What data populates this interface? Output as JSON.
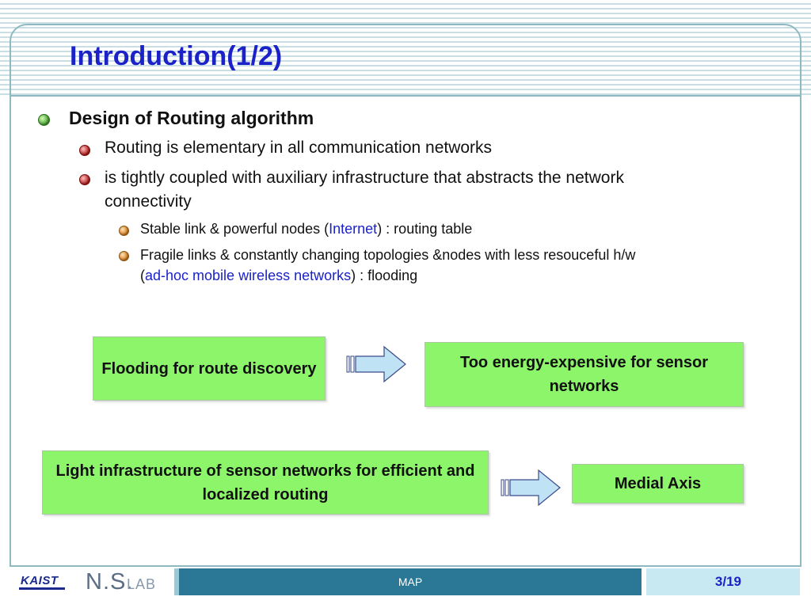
{
  "slide": {
    "title": "Introduction(1/2)",
    "heading": "Design of Routing algorithm",
    "point1": "Routing is elementary in all communication networks",
    "point2": "is tightly coupled with auxiliary infrastructure that abstracts the network connectivity",
    "sub1_prefix": "Stable link & powerful nodes (",
    "sub1_highlight": "Internet",
    "sub1_suffix": ") : routing table",
    "sub2_prefix": "Fragile links & constantly changing topologies &nodes with less resouceful h/w (",
    "sub2_highlight": "ad-hoc mobile wireless networks",
    "sub2_suffix": ") : flooding"
  },
  "flow": {
    "box1": "Flooding for route discovery",
    "box2": "Too energy-expensive for sensor networks",
    "box3": "Light infrastructure of sensor networks for efficient and localized routing",
    "box4": "Medial Axis"
  },
  "footer": {
    "logo_kaist": "KAIST",
    "logo_ns": "N.S.",
    "logo_lab": "LAB",
    "center_label": "MAP",
    "page_number": "3/19"
  },
  "colors": {
    "title": "#1a22c8",
    "highlight": "#1a22c8",
    "box_fill": "#8cf56a",
    "footer_bar": "#2a7896",
    "footer_page_bg": "#c9e9f2"
  }
}
